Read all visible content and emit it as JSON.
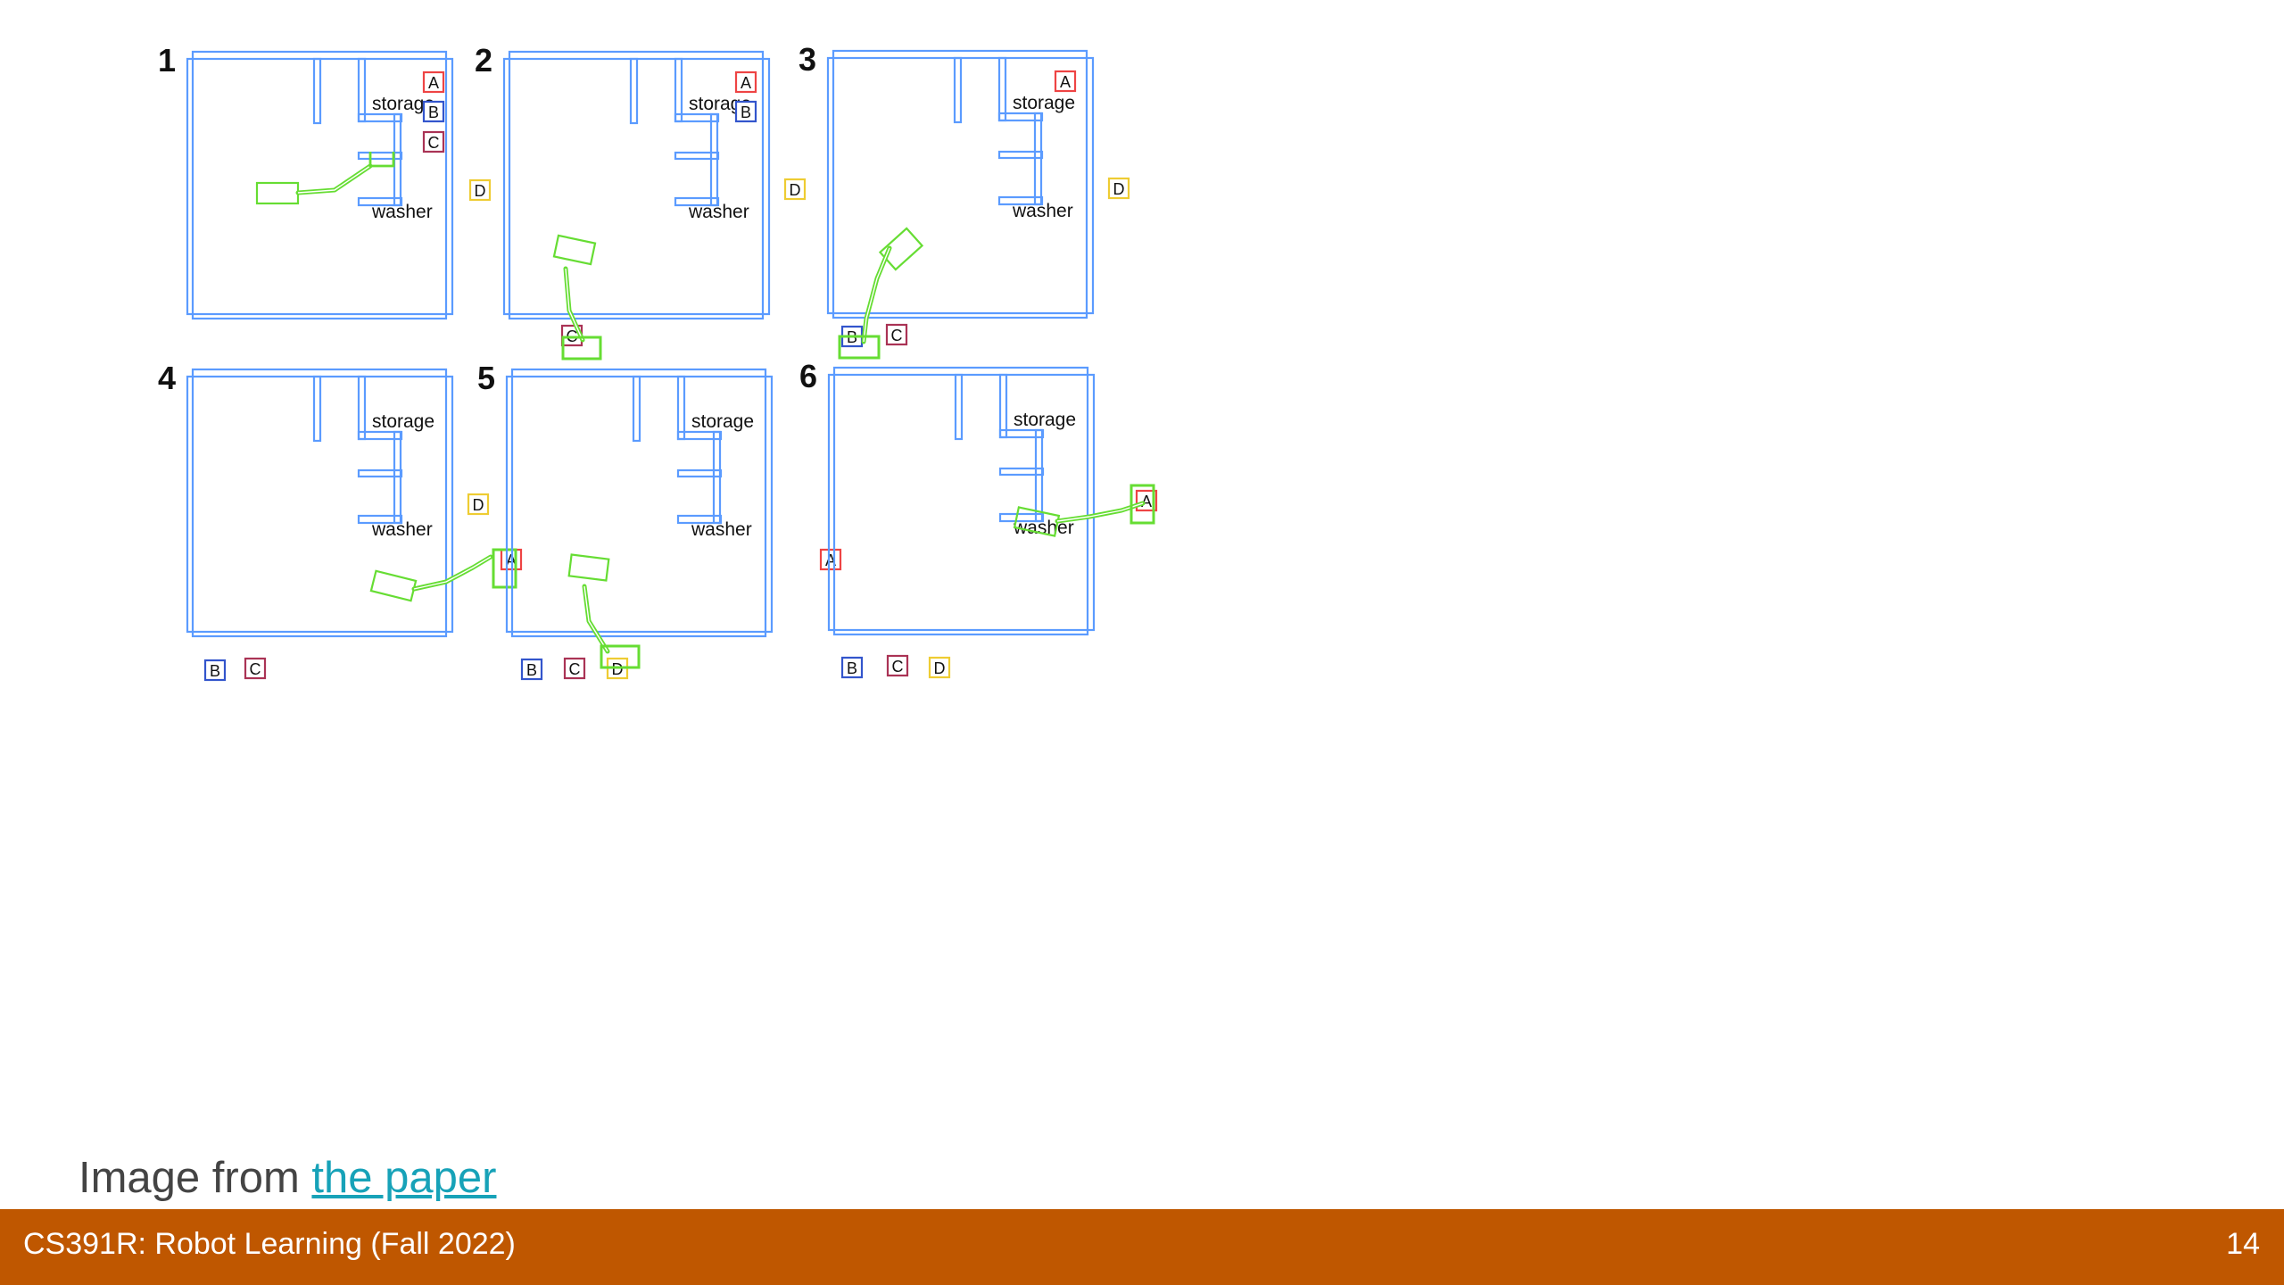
{
  "colors": {
    "wall": "#5b9bff",
    "robot": "#66dd33",
    "block_A": "#ee4444",
    "block_B": "#3355cc",
    "block_C": "#aa3355",
    "block_D": "#eecc33",
    "footer": "#bf5700",
    "link": "#17a2b8"
  },
  "labels": {
    "storage": "storage",
    "washer": "washer"
  },
  "panels": [
    {
      "number": "1",
      "blocks": [
        {
          "label": "A",
          "color": "block_A"
        },
        {
          "label": "B",
          "color": "block_B"
        },
        {
          "label": "C",
          "color": "block_C"
        },
        {
          "label": "D",
          "color": "block_D"
        }
      ]
    },
    {
      "number": "2",
      "blocks": [
        {
          "label": "A",
          "color": "block_A"
        },
        {
          "label": "B",
          "color": "block_B"
        },
        {
          "label": "D",
          "color": "block_D"
        },
        {
          "label": "C",
          "color": "block_C"
        }
      ]
    },
    {
      "number": "3",
      "blocks": [
        {
          "label": "A",
          "color": "block_A"
        },
        {
          "label": "D",
          "color": "block_D"
        },
        {
          "label": "B",
          "color": "block_B"
        },
        {
          "label": "C",
          "color": "block_C"
        }
      ]
    },
    {
      "number": "4",
      "blocks": [
        {
          "label": "D",
          "color": "block_D"
        },
        {
          "label": "A",
          "color": "block_A"
        },
        {
          "label": "B",
          "color": "block_B"
        },
        {
          "label": "C",
          "color": "block_C"
        }
      ]
    },
    {
      "number": "5",
      "blocks": [
        {
          "label": "A",
          "color": "block_A"
        },
        {
          "label": "B",
          "color": "block_B"
        },
        {
          "label": "C",
          "color": "block_C"
        },
        {
          "label": "D",
          "color": "block_D"
        }
      ]
    },
    {
      "number": "6",
      "blocks": [
        {
          "label": "A",
          "color": "block_A"
        },
        {
          "label": "B",
          "color": "block_B"
        },
        {
          "label": "C",
          "color": "block_C"
        },
        {
          "label": "D",
          "color": "block_D"
        }
      ]
    }
  ],
  "caption": {
    "prefix": "Image from ",
    "link_text": "the paper"
  },
  "footer": {
    "course": "CS391R: Robot Learning (Fall 2022)",
    "page_number": "14"
  }
}
